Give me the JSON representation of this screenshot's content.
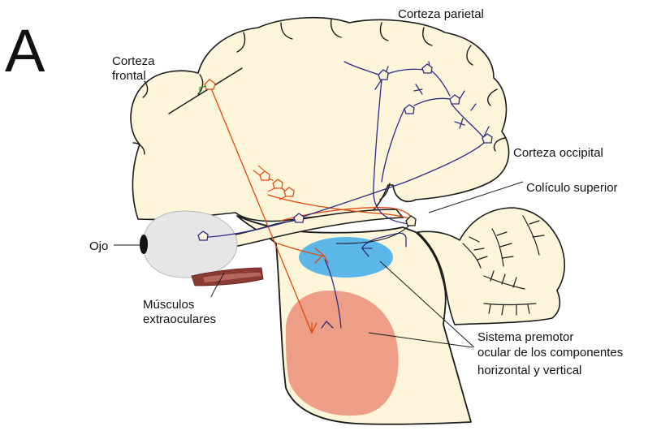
{
  "panel_letter": "A",
  "labels": {
    "corteza_parietal": "Corteza parietal",
    "corteza_frontal_line1": "Corteza",
    "corteza_frontal_line2": "frontal",
    "corteza_occipital": "Corteza occipital",
    "coliculo_superior": "Colículo superior",
    "ojo": "Ojo",
    "musculos_line1": "Músculos",
    "musculos_line2": "extraoculares",
    "sistema_line1": "Sistema premotor",
    "sistema_line2": "ocular de los componentes",
    "sistema_line3": "horizontal y vertical"
  },
  "colors": {
    "brain_fill": "#fcf5d9",
    "outline": "#1a1a1a",
    "orange_pathway": "#e04a12",
    "blue_pathway": "#2d2a86",
    "blue_region": "#5db6e8",
    "salmon_region": "#ee9e86",
    "eye_white": "#e6e6e6",
    "muscle": "#8a3a33"
  }
}
